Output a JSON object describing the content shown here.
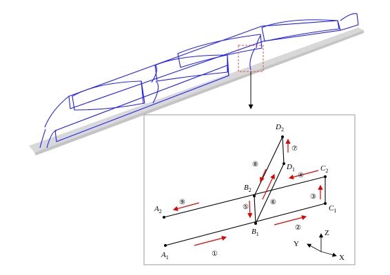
{
  "points": {
    "A1": {
      "base": "A",
      "sub": "1"
    },
    "A2": {
      "base": "A",
      "sub": "2"
    },
    "B1": {
      "base": "B",
      "sub": "1"
    },
    "B2": {
      "base": "B",
      "sub": "2"
    },
    "C1": {
      "base": "C",
      "sub": "1"
    },
    "C2": {
      "base": "C",
      "sub": "2"
    },
    "D1": {
      "base": "D",
      "sub": "1"
    },
    "D2": {
      "base": "D",
      "sub": "2"
    }
  },
  "steps": [
    "①",
    "②",
    "③",
    "④",
    "⑤",
    "⑥",
    "⑦",
    "⑧",
    "⑨"
  ],
  "axes": {
    "x": "X",
    "y": "Y",
    "z": "Z"
  },
  "colors": {
    "path_blue": "#1a1aff",
    "arrow_red": "#e00000",
    "zoom_box": "#e05050",
    "base_gray": "#d8d8d8"
  }
}
